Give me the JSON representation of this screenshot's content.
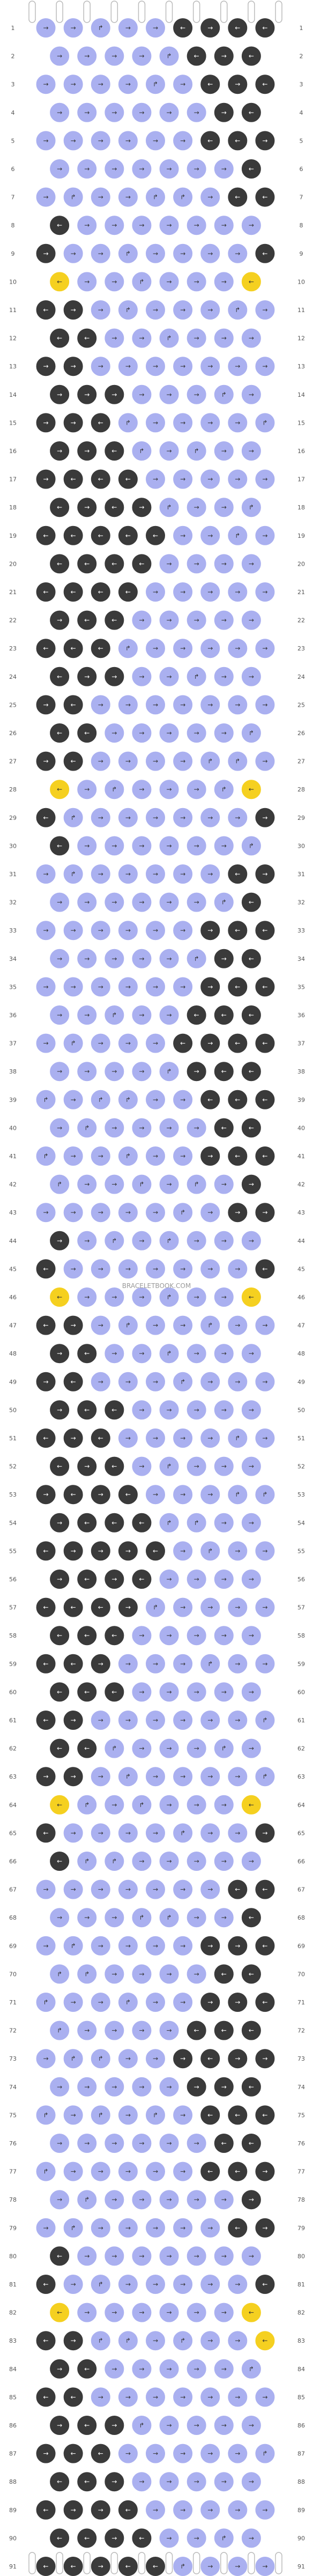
{
  "pattern": {
    "row_labels": [
      "1",
      "2",
      "3",
      "4",
      "5",
      "6",
      "7",
      "8",
      "9",
      "10",
      "11",
      "12",
      "13",
      "14",
      "15",
      "16",
      "17",
      "18",
      "19",
      "20",
      "21",
      "22",
      "23",
      "24",
      "25",
      "26",
      "27",
      "28",
      "29",
      "30",
      "31",
      "32",
      "33",
      "34",
      "35",
      "36",
      "37",
      "38",
      "39",
      "40",
      "41",
      "42",
      "43",
      "44",
      "45",
      "46",
      "47",
      "48",
      "49",
      "50",
      "51",
      "52",
      "53",
      "54",
      "55",
      "56",
      "57",
      "58",
      "59",
      "60",
      "61",
      "62",
      "63",
      "64",
      "65",
      "66",
      "67",
      "68",
      "69",
      "70",
      "71",
      "72",
      "73",
      "74",
      "75",
      "76",
      "77",
      "78",
      "79",
      "80",
      "81",
      "82",
      "83",
      "84",
      "85",
      "86",
      "87",
      "88",
      "89",
      "90",
      "91"
    ],
    "string_count": 10,
    "colors": {
      "dark": "#3a3a3a",
      "periwinkle": "#aab0f0",
      "yellow": "#f5d020",
      "string_outline": "#bbbbbb",
      "background": "#ffffff"
    },
    "arrow_glyphs": {
      "right": "→",
      "left": "←",
      "forward_back": "↱",
      "back_forward": "↲"
    },
    "watermark": "BRACELETBOOK.COM"
  }
}
